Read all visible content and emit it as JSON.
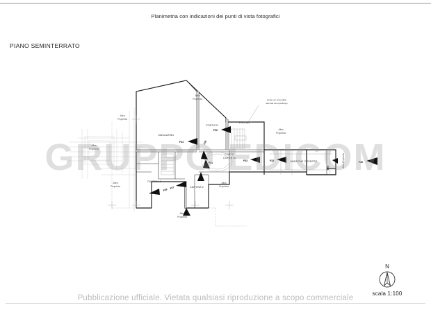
{
  "document": {
    "title": "Planimetria con indicazioni dei punti di vista fotografici",
    "floor_label": "PIANO SEMINTERRATO",
    "watermark": "GRUPPO EDICOM",
    "footer_note": "Pubblicazione ufficiale. Vietata qualsiasi riproduzione a scopo commerciale"
  },
  "legend": {
    "north_letter": "N",
    "scale": "scala 1:100"
  },
  "plan": {
    "rooms": [
      {
        "name": "MAGAZZINO"
      },
      {
        "name": "PORTICO"
      },
      {
        "name": "POLLAIO"
      },
      {
        "name": "CORTE COPERTA"
      },
      {
        "name": "CANTINA 1"
      },
      {
        "name": "CANTINA 2"
      },
      {
        "name": "ANDRONE COPERTO"
      }
    ],
    "other_property_label": "Altra\nProprieta",
    "other_property_line1": "Altra",
    "other_property_line2": "Proprieta",
    "note_line1": "locale non accessibile",
    "note_line2": "alla data del sopralluogo",
    "vertical_note": "Altra Proprieta",
    "photo_points": [
      {
        "id": "F34"
      },
      {
        "id": "F35"
      },
      {
        "id": "F36"
      },
      {
        "id": "F33"
      },
      {
        "id": "F32"
      },
      {
        "id": "F31"
      },
      {
        "id": "F30"
      },
      {
        "id": "F29"
      },
      {
        "id": "F28"
      },
      {
        "id": "F27"
      },
      {
        "id": "F26"
      }
    ]
  }
}
